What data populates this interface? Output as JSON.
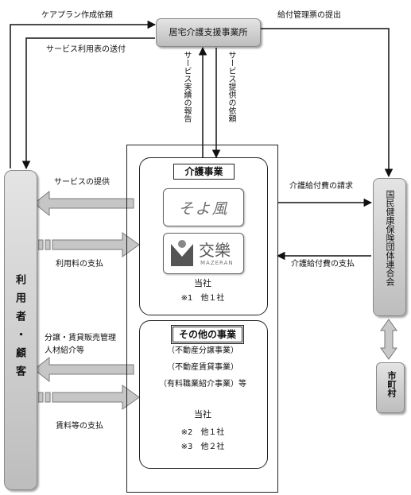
{
  "labels": {
    "care_plan_request": "ケアプラン作成依頼",
    "service_usage_sent": "サービス利用表の送付",
    "benefit_statement_submit": "給付管理票の提出",
    "service_performance_report": "サービス実績の報告",
    "service_provision_request": "サービス提供の依頼",
    "service_provision": "サービスの提供",
    "usage_fee_payment": "利用料の支払",
    "care_benefit_claim": "介護給付費の請求",
    "care_benefit_payment": "介護給付費の支払",
    "sales_rental_agency": "分譲・賃貸販売管理\n人材紹介等",
    "rent_payment": "賃料等の支払"
  },
  "nodes": {
    "care_office": "居宅介護支援事業所",
    "users": "利用者・顧客",
    "federation": "国民健康保険団体連合会",
    "municipality": "市町村"
  },
  "care_business": {
    "title": "介護事業",
    "brand1": "そよ風",
    "brand2_main": "交樂",
    "brand2_sub": "MAZERAN",
    "company": "当社",
    "note": "※1　他１社"
  },
  "other_business": {
    "title": "その他の事業",
    "items": [
      "（不動産分譲事業）",
      "（不動産賃貸事業）",
      "（有料職業紹介事業）等"
    ],
    "company": "当社",
    "notes": [
      "※2　他１社",
      "※3　他２社"
    ]
  }
}
